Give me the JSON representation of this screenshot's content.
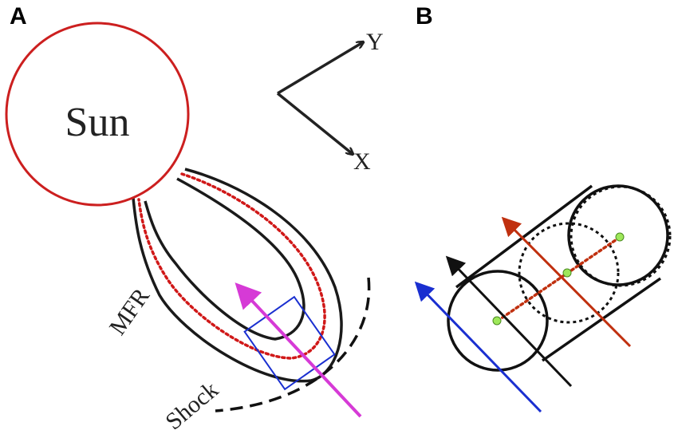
{
  "panels": {
    "a": {
      "label": "A"
    },
    "b": {
      "label": "B"
    }
  },
  "labels": {
    "sun": "Sun",
    "mfr": "MFR",
    "shock": "Shock",
    "axis_x": "X",
    "axis_y": "Y"
  },
  "colors": {
    "sun_outline": "#cc1f1f",
    "flux_rope_outline": "#1a1a1a",
    "dotted_inner": "#d01818",
    "spacecraft_path": "#d63ad6",
    "observation_box": "#1a2fd0",
    "arrow_black": "#111111",
    "arrow_red": "#c0300f",
    "arrow_blue": "#1a2fd0",
    "axis_dots": "#c0300f",
    "points_fill": "#9ee85a"
  },
  "icons": {
    "coord_x": "arrow-icon",
    "coord_y": "arrow-icon"
  }
}
